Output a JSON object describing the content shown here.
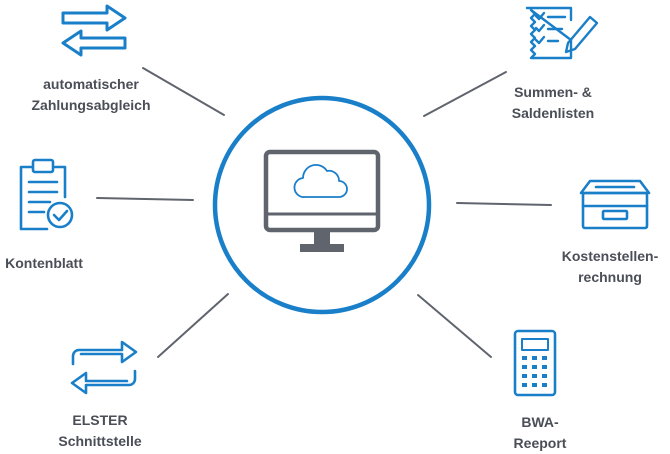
{
  "colors": {
    "accent_blue": "#1a7fc9",
    "connector_gray": "#5f646d",
    "monitor_gray": "#5f646d",
    "label_text": "#4a4e57"
  },
  "center": {
    "icon": "monitor-cloud-icon"
  },
  "features": [
    {
      "id": "payment-matching",
      "icon": "transfer-arrows-icon",
      "lines": [
        "automatischer",
        "Zahlungsabgleich"
      ]
    },
    {
      "id": "account-sheet",
      "icon": "clipboard-check-icon",
      "lines": [
        "Kontenblatt"
      ]
    },
    {
      "id": "elster-interface",
      "icon": "sync-arrows-icon",
      "lines": [
        "ELSTER",
        "Schnittstelle"
      ]
    },
    {
      "id": "balance-lists",
      "icon": "checklist-pen-icon",
      "lines": [
        "Summen- &",
        "Saldenlisten"
      ]
    },
    {
      "id": "cost-centers",
      "icon": "file-drawer-icon",
      "lines": [
        "Kostenstellen-",
        "rechnung"
      ]
    },
    {
      "id": "bwa-report",
      "icon": "calculator-icon",
      "lines": [
        "BWA-",
        "Reeport"
      ]
    }
  ]
}
